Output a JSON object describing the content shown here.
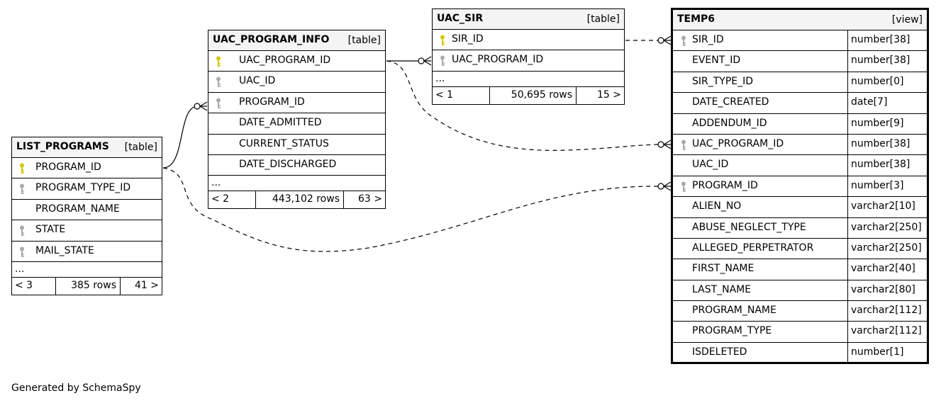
{
  "colors": {
    "primary_key": "#d4c800",
    "foreign_key": "#aaaaaa",
    "header_bg": "#f4f4f4"
  },
  "tables": {
    "list_programs": {
      "name": "LIST_PROGRAMS",
      "type": "[table]",
      "columns": [
        {
          "name": "PROGRAM_ID",
          "key": "primary-key-icon"
        },
        {
          "name": "PROGRAM_TYPE_ID",
          "key": "foreign-key-icon"
        },
        {
          "name": "PROGRAM_NAME",
          "key": ""
        },
        {
          "name": "STATE",
          "key": "foreign-key-icon"
        },
        {
          "name": "MAIL_STATE",
          "key": "foreign-key-icon"
        }
      ],
      "ellipsis": "...",
      "footer": {
        "parents": "< 3",
        "rows": "385 rows",
        "children": "41 >"
      }
    },
    "uac_program_info": {
      "name": "UAC_PROGRAM_INFO",
      "type": "[table]",
      "columns": [
        {
          "name": "UAC_PROGRAM_ID",
          "key": "primary-key-icon"
        },
        {
          "name": "UAC_ID",
          "key": "foreign-key-icon"
        },
        {
          "name": "PROGRAM_ID",
          "key": "foreign-key-icon"
        },
        {
          "name": "DATE_ADMITTED",
          "key": ""
        },
        {
          "name": "CURRENT_STATUS",
          "key": ""
        },
        {
          "name": "DATE_DISCHARGED",
          "key": ""
        }
      ],
      "ellipsis": "...",
      "footer": {
        "parents": "< 2",
        "rows": "443,102 rows",
        "children": "63 >"
      }
    },
    "uac_sir": {
      "name": "UAC_SIR",
      "type": "[table]",
      "columns": [
        {
          "name": "SIR_ID",
          "key": "primary-key-icon"
        },
        {
          "name": "UAC_PROGRAM_ID",
          "key": "foreign-key-icon"
        }
      ],
      "ellipsis": "...",
      "footer": {
        "parents": "< 1",
        "rows": "50,695 rows",
        "children": "15 >"
      }
    },
    "temp6": {
      "name": "TEMP6",
      "type": "[view]",
      "columns": [
        {
          "name": "SIR_ID",
          "type": "number[38]",
          "key": "foreign-key-icon"
        },
        {
          "name": "EVENT_ID",
          "type": "number[38]",
          "key": ""
        },
        {
          "name": "SIR_TYPE_ID",
          "type": "number[0]",
          "key": ""
        },
        {
          "name": "DATE_CREATED",
          "type": "date[7]",
          "key": ""
        },
        {
          "name": "ADDENDUM_ID",
          "type": "number[9]",
          "key": ""
        },
        {
          "name": "UAC_PROGRAM_ID",
          "type": "number[38]",
          "key": "foreign-key-icon"
        },
        {
          "name": "UAC_ID",
          "type": "number[38]",
          "key": ""
        },
        {
          "name": "PROGRAM_ID",
          "type": "number[3]",
          "key": "foreign-key-icon"
        },
        {
          "name": "ALIEN_NO",
          "type": "varchar2[10]",
          "key": ""
        },
        {
          "name": "ABUSE_NEGLECT_TYPE",
          "type": "varchar2[250]",
          "key": ""
        },
        {
          "name": "ALLEGED_PERPETRATOR",
          "type": "varchar2[250]",
          "key": ""
        },
        {
          "name": "FIRST_NAME",
          "type": "varchar2[40]",
          "key": ""
        },
        {
          "name": "LAST_NAME",
          "type": "varchar2[80]",
          "key": ""
        },
        {
          "name": "PROGRAM_NAME",
          "type": "varchar2[112]",
          "key": ""
        },
        {
          "name": "PROGRAM_TYPE",
          "type": "varchar2[112]",
          "key": ""
        },
        {
          "name": "ISDELETED",
          "type": "number[1]",
          "key": ""
        }
      ]
    }
  },
  "credit": "Generated by SchemaSpy"
}
